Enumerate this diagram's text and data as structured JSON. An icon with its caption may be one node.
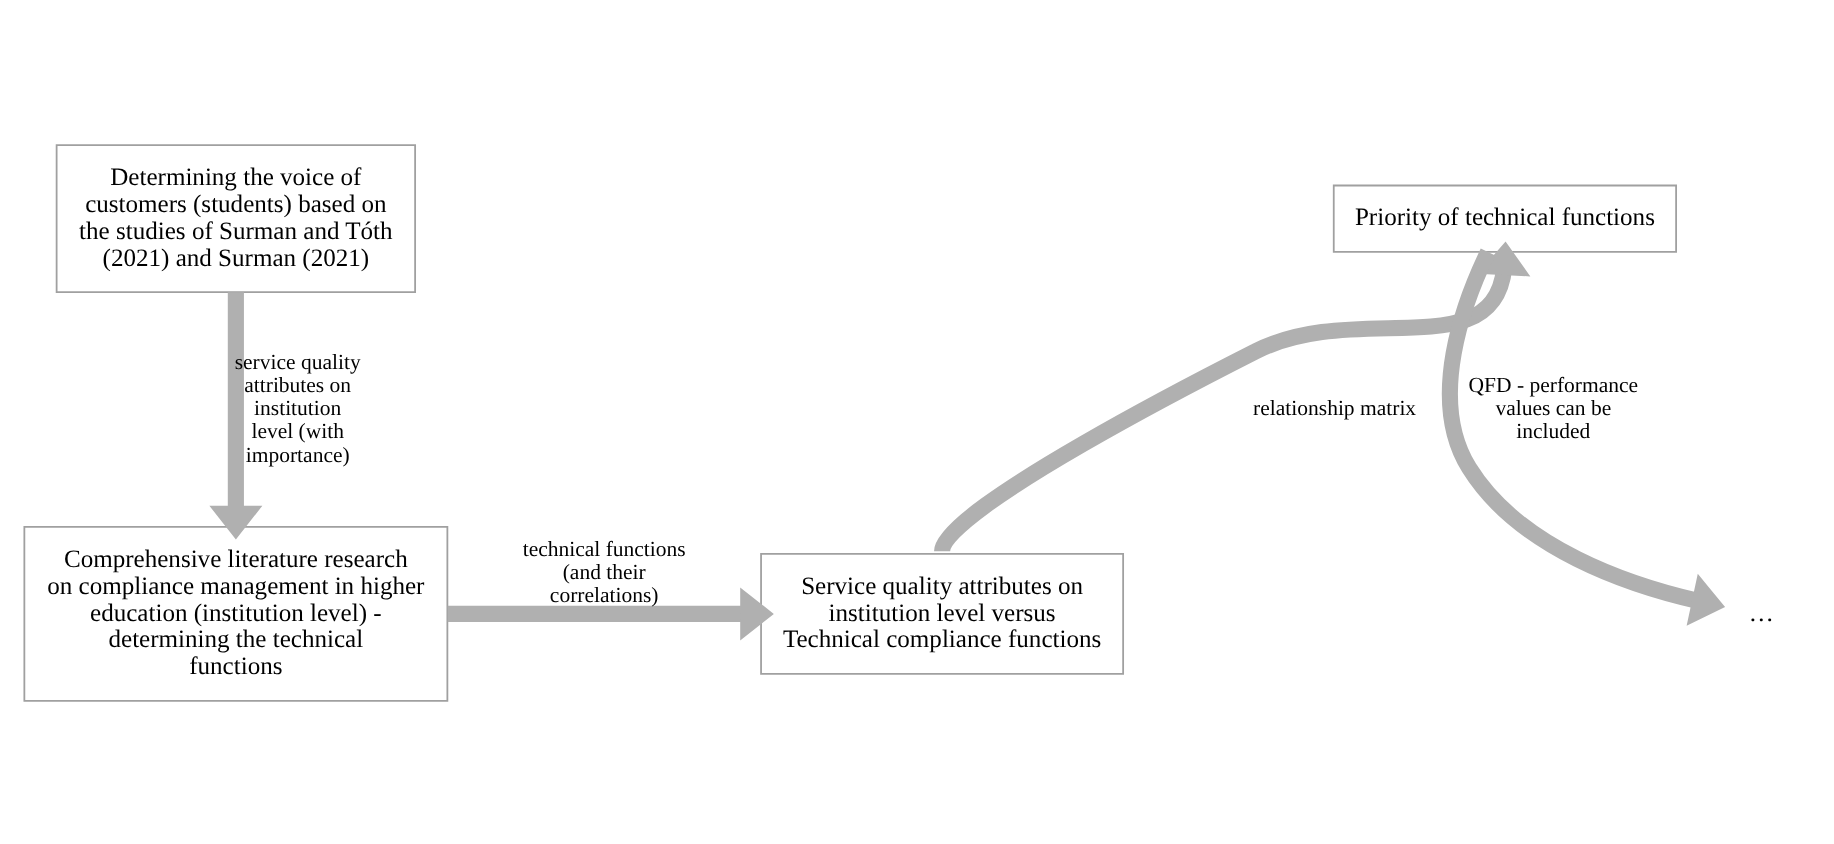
{
  "diagram": {
    "nodes": [
      {
        "text": [
          "Determining the voice of customers (students) based on the studies of Surman and Tóth (2021) and Surman (2021)"
        ]
      },
      {
        "text": [
          "Comprehensive literature research on compliance management in higher education (institution level) - determining the technical functions"
        ]
      },
      {
        "text": [
          "Service quality attributes on institution level versus Technical compliance functions"
        ]
      },
      {
        "text": [
          "Priority of technical functions"
        ]
      },
      {
        "text": [
          "…"
        ]
      }
    ],
    "edges": [
      {
        "from": 0,
        "to": 1,
        "arrow": "to",
        "label": "service quality attributes on institution level (with importance)"
      },
      {
        "from": 1,
        "to": 2,
        "arrow": "to",
        "label": "technical functions (and their correlations)"
      },
      {
        "from": 2,
        "to": 3,
        "arrow": "to",
        "label": "relationship matrix"
      },
      {
        "from": 3,
        "to": 4,
        "arrow": "to",
        "label": "QFD - performance values can be included"
      }
    ]
  }
}
